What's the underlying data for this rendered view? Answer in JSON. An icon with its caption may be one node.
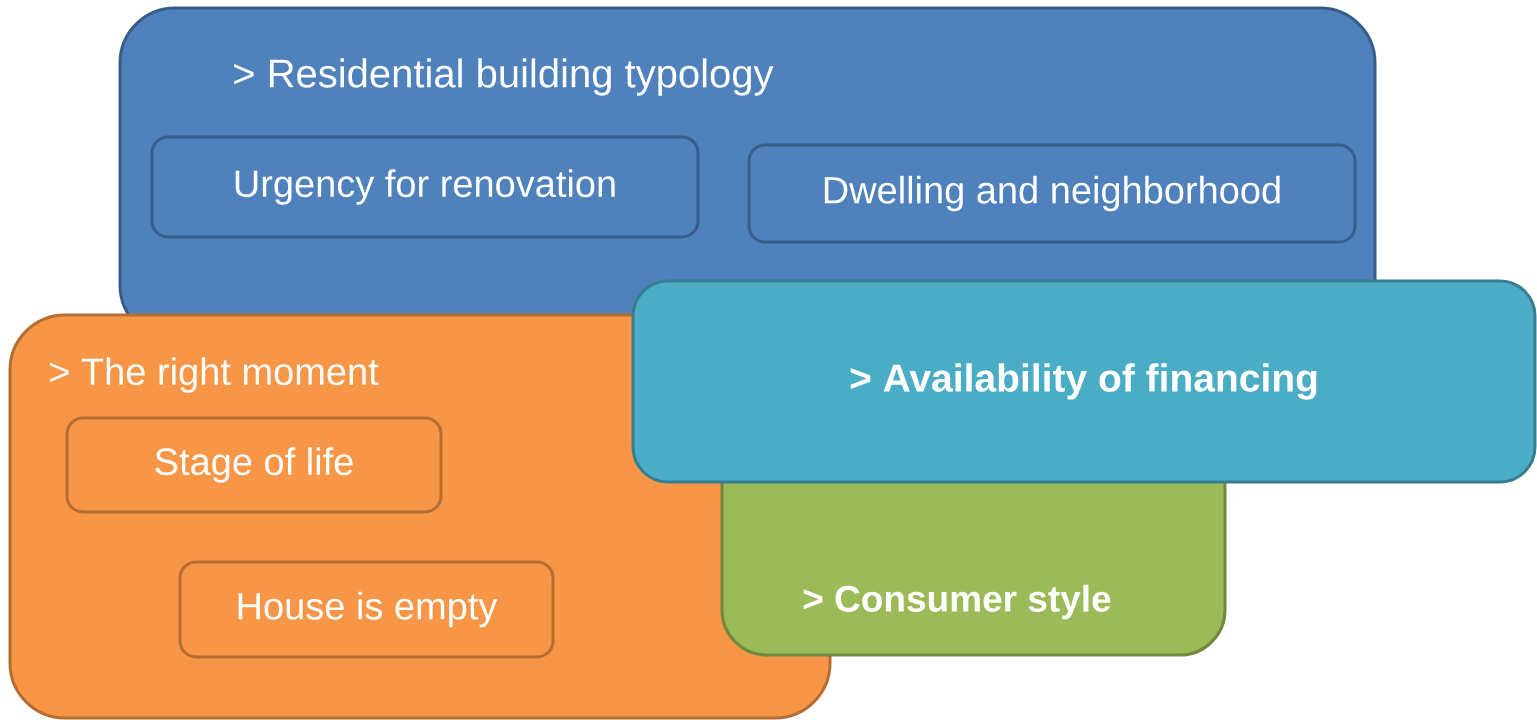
{
  "diagram": {
    "nodes": [
      {
        "text": [
          "> Residential building typology"
        ]
      },
      {
        "text": [
          "Urgency for renovation"
        ],
        "in": 0
      },
      {
        "text": [
          "Dwelling and neighborhood"
        ],
        "in": 0
      },
      {
        "text": [
          "> The right moment"
        ]
      },
      {
        "text": [
          "Stage of life"
        ],
        "in": 3
      },
      {
        "text": [
          "House is empty"
        ],
        "in": 3
      },
      {
        "text": [
          "> Consumer style"
        ]
      },
      {
        "text": [
          "> Availability of financing"
        ]
      }
    ]
  }
}
